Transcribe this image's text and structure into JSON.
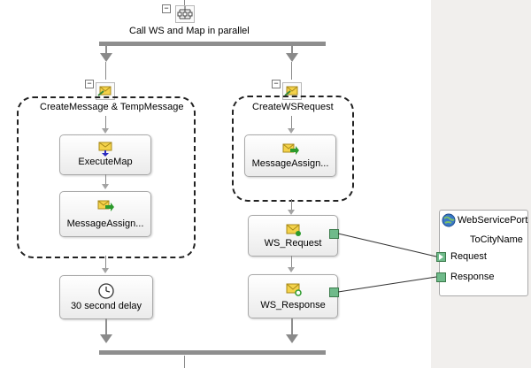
{
  "parallel": {
    "title": "Call WS and Map in parallel",
    "collapse": "−"
  },
  "left_scope": {
    "title": "CreateMessage & TempMessage",
    "collapse": "−",
    "shapes": [
      "ExecuteMap",
      "MessageAssign..."
    ]
  },
  "right_scope": {
    "title": "CreateWSRequest",
    "collapse": "−",
    "shapes": [
      "MessageAssign..."
    ]
  },
  "delay": {
    "label": "30 second delay"
  },
  "send": {
    "label": "WS_Request"
  },
  "receive": {
    "label": "WS_Response"
  },
  "port": {
    "name": "WebServicePort",
    "operation": "ToCityName",
    "request": "Request",
    "response": "Response"
  },
  "colors": {
    "bar": "#8e8e8e",
    "pane": "#f1efed",
    "connector": "#6fba8a"
  }
}
